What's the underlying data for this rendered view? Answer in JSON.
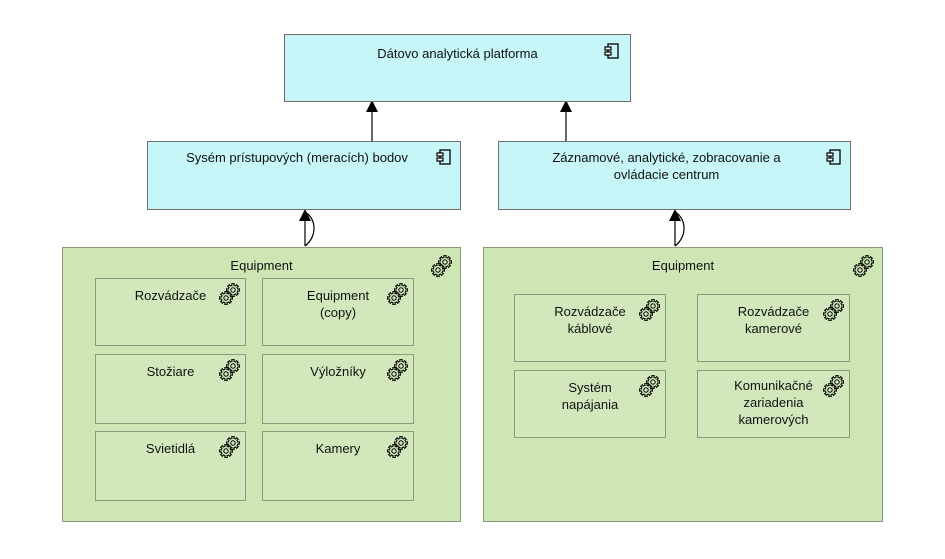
{
  "platform": {
    "label": "Dátovo analytická platforma",
    "icon": "component-icon"
  },
  "access_system": {
    "label": "Sysém prístupových (meracích)  bodov",
    "icon": "component-icon"
  },
  "center": {
    "label_line1": "Záznamové, analytické, zobracovanie a",
    "label_line2": "ovládacie centrum",
    "icon": "component-icon"
  },
  "left_equipment": {
    "label": "Equipment",
    "icon": "gear-icon",
    "items": [
      {
        "label_line1": "Rozvádzače",
        "label_line2": ""
      },
      {
        "label_line1": "Equipment",
        "label_line2": "(copy)"
      },
      {
        "label_line1": "Stožiare",
        "label_line2": ""
      },
      {
        "label_line1": "Výložníky",
        "label_line2": ""
      },
      {
        "label_line1": "Svietidlá",
        "label_line2": ""
      },
      {
        "label_line1": "Kamery",
        "label_line2": ""
      }
    ]
  },
  "right_equipment": {
    "label": "Equipment",
    "icon": "gear-icon",
    "items": [
      {
        "label_line1": "Rozvádzače",
        "label_line2": "káblové",
        "label_line3": ""
      },
      {
        "label_line1": "Rozvádzače",
        "label_line2": "kamerové",
        "label_line3": ""
      },
      {
        "label_line1": "Systém",
        "label_line2": "napájania",
        "label_line3": ""
      },
      {
        "label_line1": "Komunikačné",
        "label_line2": "zariadenia",
        "label_line3": "kamerových"
      }
    ]
  },
  "colors": {
    "application": "#c6f6f7",
    "equipment": "#cde6b4",
    "border": "#6f6f6f"
  }
}
